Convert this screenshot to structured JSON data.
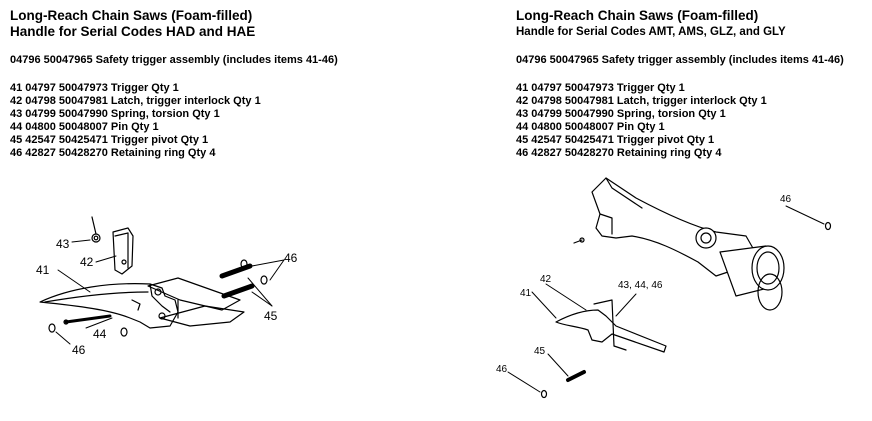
{
  "left": {
    "title": "Long-Reach Chain Saws (Foam-filled)",
    "subtitle": "Handle for Serial Codes HAD and HAE",
    "assembly": "04796 50047965 Safety trigger assembly (includes items 41-46)",
    "parts": [
      "41  04797 50047973 Trigger Qty 1",
      "42  04798 50047981 Latch, trigger interlock Qty 1",
      "43  04799 50047990 Spring, torsion  Qty 1",
      "44  04800 50048007 Pin  Qty 1",
      "45  42547 50425471 Trigger pivot  Qty 1",
      "46  42827 50428270 Retaining ring Qty 4"
    ],
    "callouts": {
      "c43": "43",
      "c42": "42",
      "c41": "41",
      "c44": "44",
      "c46a": "46",
      "c46b": "46",
      "c45": "45"
    }
  },
  "right": {
    "title": "Long-Reach Chain Saws (Foam-filled)",
    "subtitle": "Handle for Serial Codes AMT, AMS, GLZ, and GLY",
    "assembly": "04796 50047965 Safety trigger assembly (includes items 41-46)",
    "parts": [
      "41  04797 50047973 Trigger Qty 1",
      "42  04798 50047981 Latch, trigger interlock Qty 1",
      "43  04799 50047990 Spring, torsion  Qty 1",
      "44  04800 50048007 Pin  Qty 1",
      "45  42547 50425471 Trigger pivot  Qty 1",
      "46  42827 50428270 Retaining ring Qty 4"
    ],
    "callouts": {
      "c46top": "46",
      "c42": "42",
      "c434446": "43, 44, 46",
      "c41": "41",
      "c45": "45",
      "c46bottom": "46"
    }
  }
}
